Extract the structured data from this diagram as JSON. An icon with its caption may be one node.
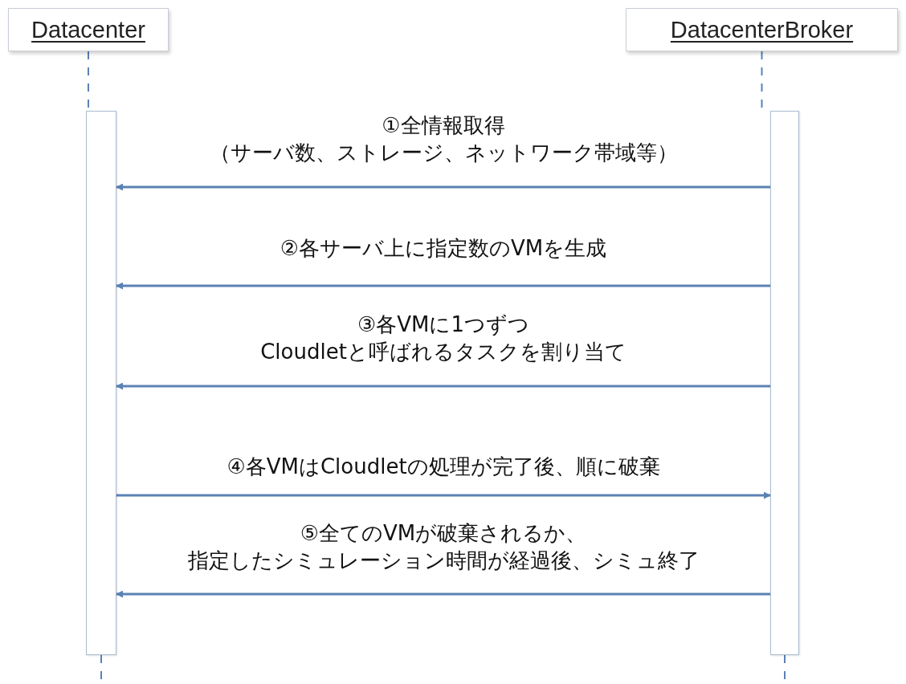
{
  "diagram": {
    "nodes": [
      {
        "text": [
          "Datacenter"
        ]
      },
      {
        "text": [
          "DatacenterBroker"
        ]
      },
      {
        "text": [],
        "shape": "bar"
      },
      {
        "text": [],
        "shape": "bar"
      }
    ],
    "edges": [
      {
        "from": 0,
        "to": 2,
        "arrow": "none",
        "style": "dashed"
      },
      {
        "from": 1,
        "to": 3,
        "arrow": "none",
        "style": "dashed"
      },
      {
        "from": 2,
        "to": null,
        "arrow": "none",
        "style": "dashed"
      },
      {
        "from": 3,
        "to": null,
        "arrow": "none",
        "style": "dashed"
      },
      {
        "from": 3,
        "to": 2,
        "arrow": "to",
        "label": "①全情報取得（サーバ数、ストレージ、ネットワーク帯域等）"
      },
      {
        "from": 3,
        "to": 2,
        "arrow": "to",
        "label": "②各サーバ上に指定数のVMを生成"
      },
      {
        "from": 3,
        "to": 2,
        "arrow": "to",
        "label": "③各VMに1つずつCloudletと呼ばれるタスクを割り当て"
      },
      {
        "from": 2,
        "to": 3,
        "arrow": "to",
        "label": "④各VMはCloudletの処理が完了後、順に破棄"
      },
      {
        "from": 3,
        "to": 2,
        "arrow": "to",
        "label": "⑤全てのVMが破棄されるか、指定したシミュレーション時間が経過後、シミュ終了"
      }
    ]
  }
}
